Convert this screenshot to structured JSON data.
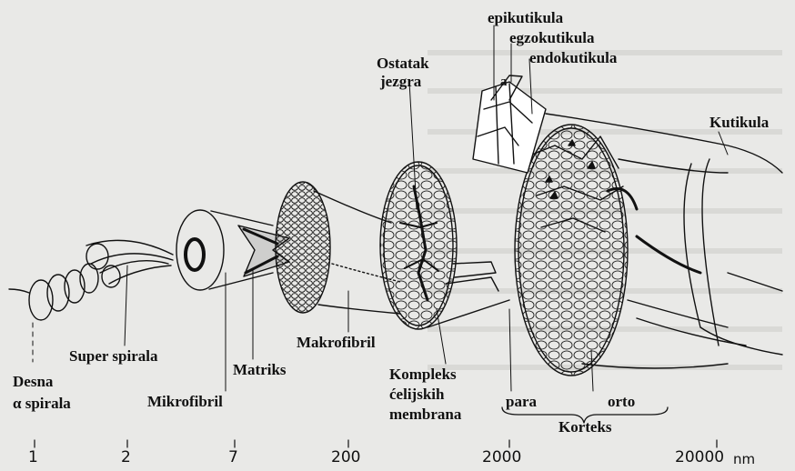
{
  "labels": {
    "epikutikula": "epikutikula",
    "egzokutikula": "egzokutikula",
    "endokutikula": "endokutikula",
    "a": "a",
    "ostatak": "Ostatak",
    "jezgra": "jezgra",
    "kutikula": "Kutikula",
    "desna": "Desna",
    "alpha_spirala": "α spirala",
    "super_spirala": "Super spirala",
    "mikrofibril": "Mikrofibril",
    "matriks": "Matriks",
    "makrofibril": "Makrofibril",
    "kompleks": "Kompleks",
    "celijskih": "ćelijskih",
    "membrana": "membrana",
    "para": "para",
    "orto": "orto",
    "korteks": "Korteks"
  },
  "scale": {
    "ticks": [
      "1",
      "2",
      "7",
      "200",
      "2000",
      "20000"
    ],
    "unit": "nm"
  }
}
